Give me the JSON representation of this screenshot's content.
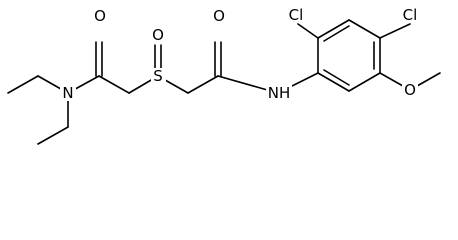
{
  "molecule": {
    "atoms": {
      "o_amide_left": "O",
      "n_amine": "N",
      "s_center": "S",
      "o_sulfoxide": "O",
      "o_amide_right": "O",
      "n_amide": "NH",
      "cl_ortho": "Cl",
      "cl_para": "Cl",
      "o_methoxy": "O"
    },
    "colors": {
      "bond": "#000000",
      "label": "#000000",
      "background": "#ffffff"
    }
  }
}
